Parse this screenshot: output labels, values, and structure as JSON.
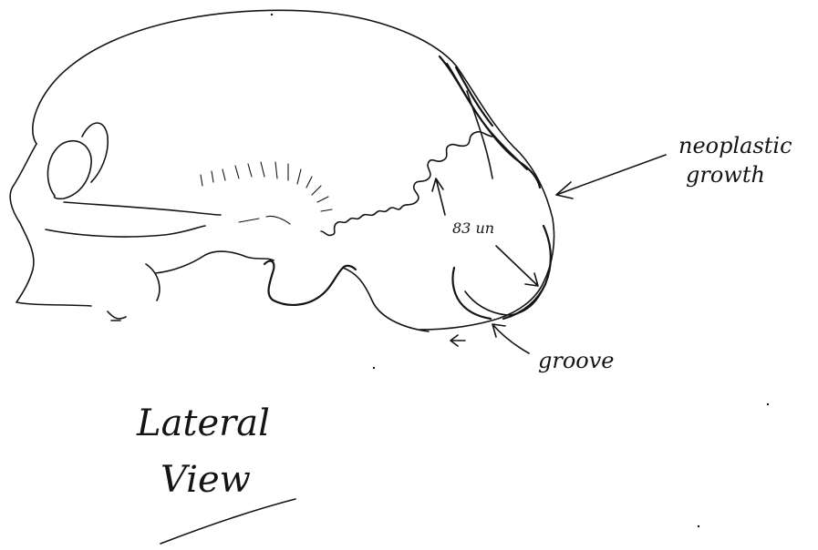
{
  "labels": {
    "measurement": "83 un",
    "growth_line1": "neoplastic",
    "growth_line2": "growth",
    "groove": "groove",
    "view_line1": "Lateral",
    "view_line2": "View"
  }
}
